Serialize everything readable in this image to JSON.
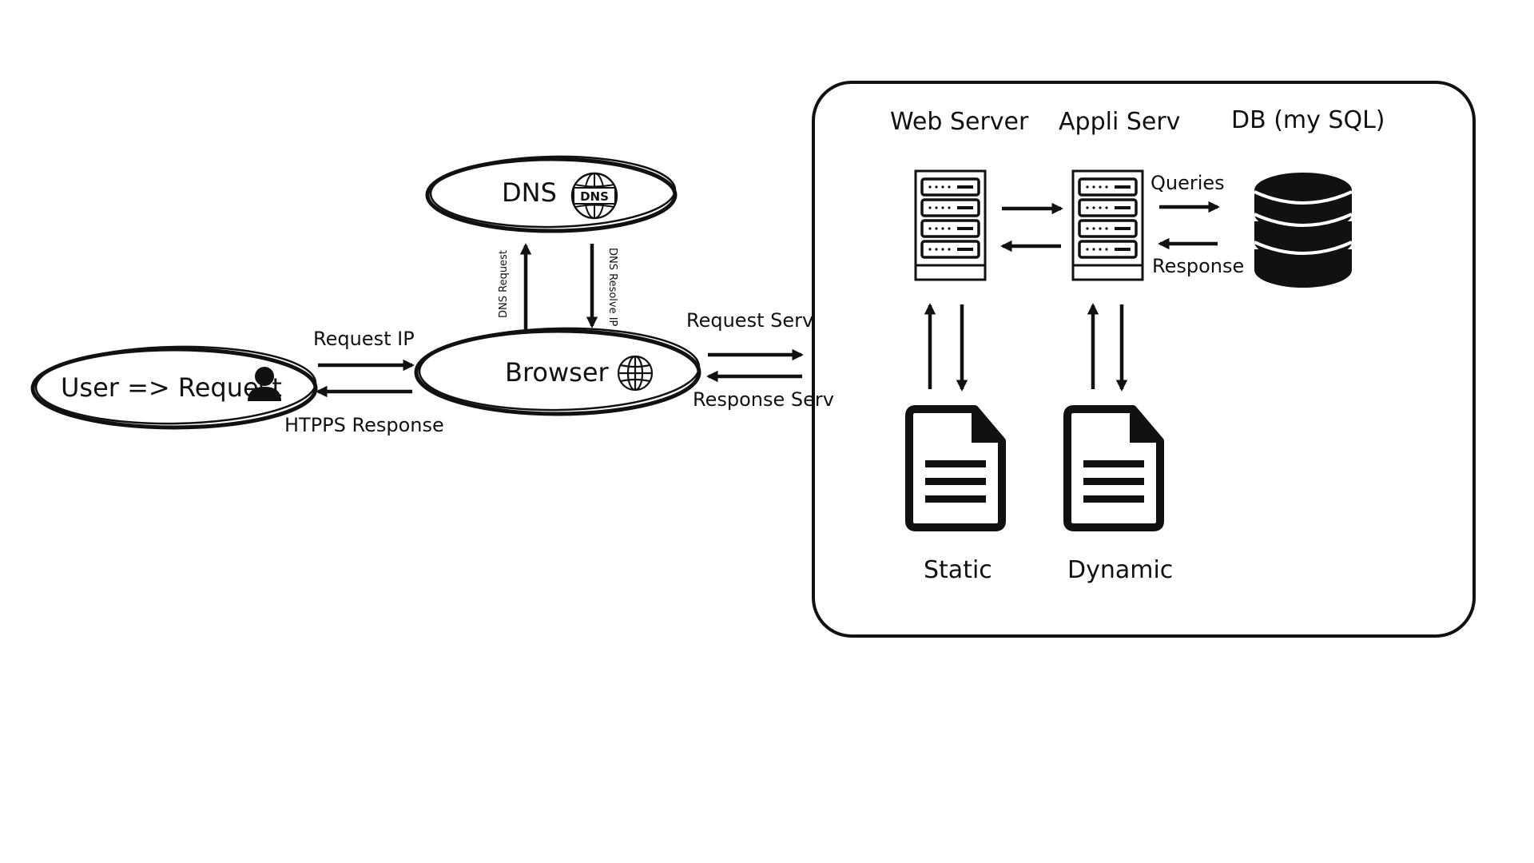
{
  "nodes": {
    "user": {
      "label": "User => Request",
      "icon": "user-icon"
    },
    "browser": {
      "label": "Browser",
      "icon": "globe-icon"
    },
    "dns": {
      "label": "DNS",
      "icon": "dns-globe-icon",
      "icon_text": "DNS"
    }
  },
  "edges": {
    "request_ip": "Request IP",
    "https_response": "HTPPS Response",
    "dns_request": "DNS Request",
    "dns_resolve": "DNS Resolve IP",
    "request_serv": "Request Serv",
    "response_serv": "Response Serv",
    "queries": "Queries",
    "db_response": "Response"
  },
  "server_box": {
    "web_server": {
      "label": "Web Server",
      "icon": "server-rack-icon"
    },
    "appli_serv": {
      "label": "Appli Serv",
      "icon": "server-rack-icon"
    },
    "db": {
      "label": "DB (my SQL)",
      "icon": "database-icon"
    },
    "static": {
      "label": "Static",
      "icon": "document-icon"
    },
    "dynamic": {
      "label": "Dynamic",
      "icon": "document-icon"
    }
  },
  "colors": {
    "ink": "#111111",
    "background": "#ffffff"
  }
}
